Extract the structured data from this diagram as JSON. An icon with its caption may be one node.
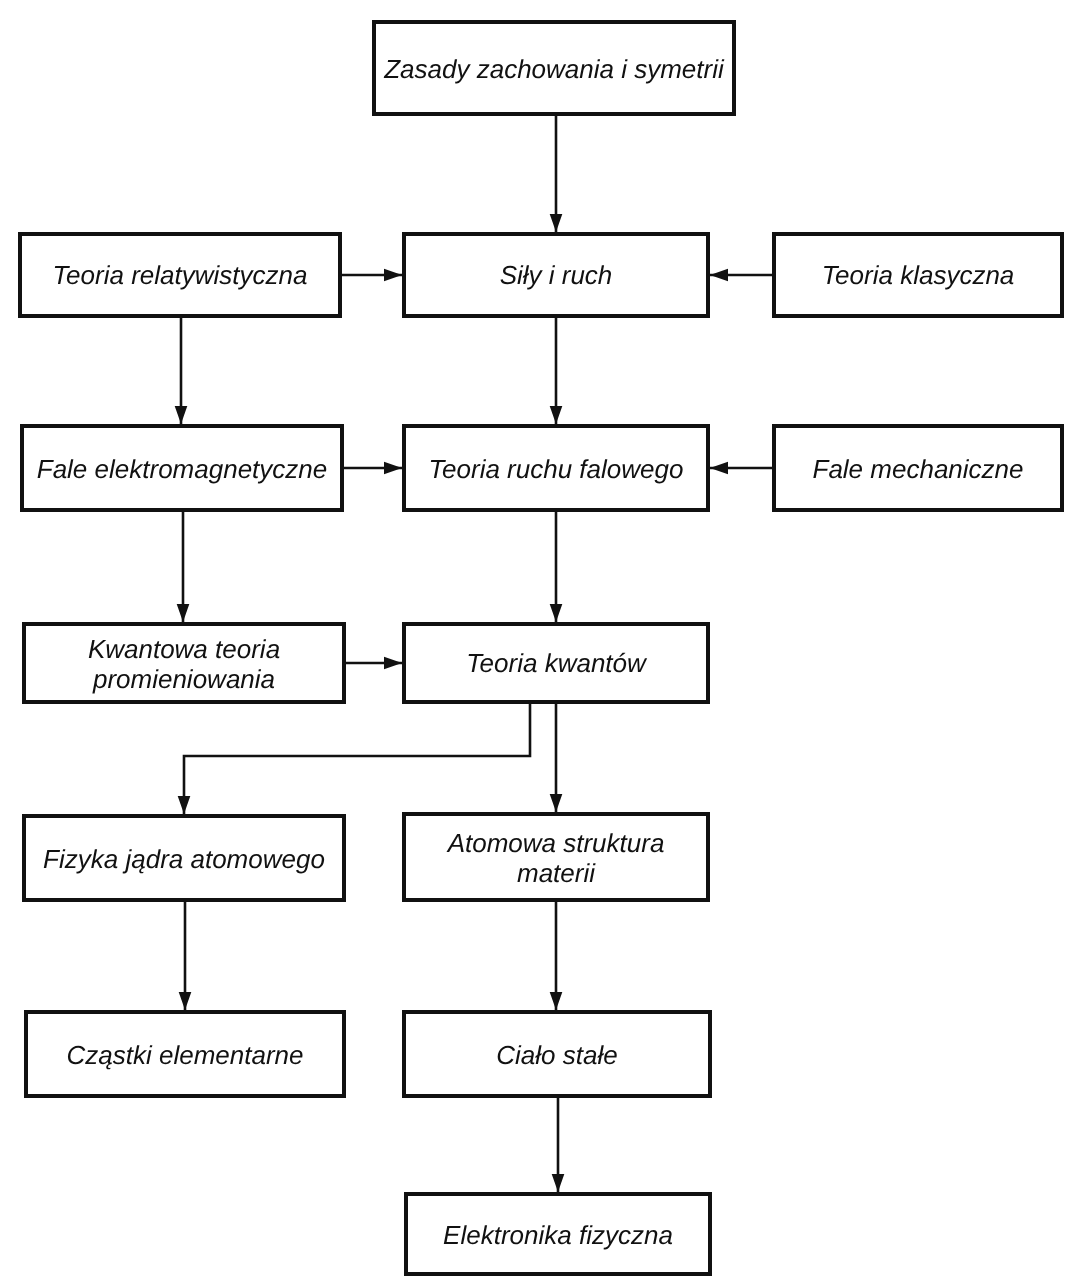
{
  "diagram": {
    "nodes": [
      {
        "text": [
          "Zasady zachowania i symetrii"
        ]
      },
      {
        "text": [
          "Teoria relatywistyczna"
        ]
      },
      {
        "text": [
          "Siły i ruch"
        ]
      },
      {
        "text": [
          "Teoria klasyczna"
        ]
      },
      {
        "text": [
          "Fale elektromagnetyczne"
        ]
      },
      {
        "text": [
          "Teoria ruchu falowego"
        ]
      },
      {
        "text": [
          "Fale mechaniczne"
        ]
      },
      {
        "text": [
          "Kwantowa teoria promieniowania"
        ]
      },
      {
        "text": [
          "Teoria kwantów"
        ]
      },
      {
        "text": [
          "Fizyka jądra atomowego"
        ]
      },
      {
        "text": [
          "Atomowa struktura materii"
        ]
      },
      {
        "text": [
          "Cząstki elementarne"
        ]
      },
      {
        "text": [
          "Ciało stałe"
        ]
      },
      {
        "text": [
          "Elektronika fizyczna"
        ]
      }
    ],
    "edges": [
      {
        "from": 0,
        "to": 2,
        "arrow": "to"
      },
      {
        "from": 1,
        "to": 2,
        "arrow": "to"
      },
      {
        "from": 3,
        "to": 2,
        "arrow": "to"
      },
      {
        "from": 1,
        "to": 4,
        "arrow": "to"
      },
      {
        "from": 2,
        "to": 5,
        "arrow": "to"
      },
      {
        "from": 4,
        "to": 5,
        "arrow": "to"
      },
      {
        "from": 6,
        "to": 5,
        "arrow": "to"
      },
      {
        "from": 4,
        "to": 7,
        "arrow": "to"
      },
      {
        "from": 5,
        "to": 8,
        "arrow": "to"
      },
      {
        "from": 7,
        "to": 8,
        "arrow": "to"
      },
      {
        "from": 8,
        "to": 9,
        "arrow": "to"
      },
      {
        "from": 8,
        "to": 10,
        "arrow": "to"
      },
      {
        "from": 9,
        "to": 11,
        "arrow": "to"
      },
      {
        "from": 10,
        "to": 12,
        "arrow": "to"
      },
      {
        "from": 12,
        "to": 13,
        "arrow": "to"
      }
    ]
  }
}
